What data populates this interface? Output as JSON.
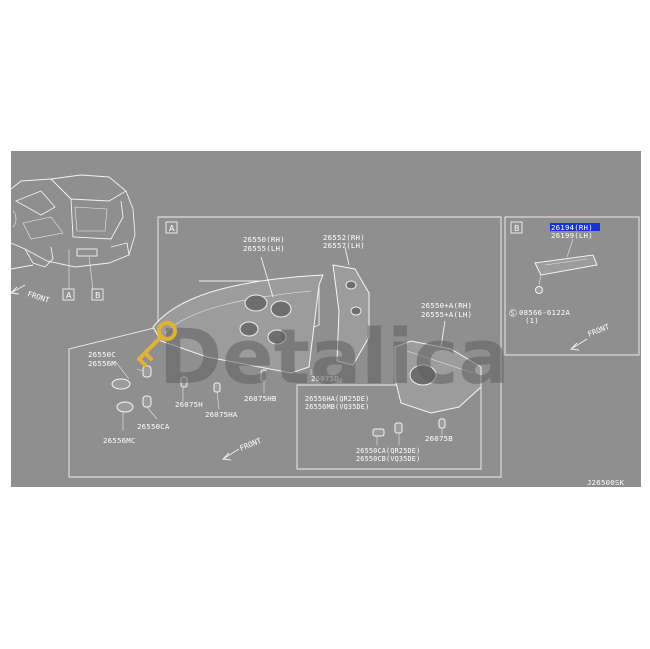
{
  "watermark": "Detalica",
  "drawing_number": "J26500SK",
  "front_label": "FRONT",
  "boxes": {
    "a": "A",
    "b": "B"
  },
  "vehicle_callouts": {
    "a": "A",
    "b": "B"
  },
  "labels": {
    "l26550_rh": "26550(RH)",
    "l26555_lh": "26555(LH)",
    "l26552_rh": "26552(RH)",
    "l26557_lh": "26557(LH)",
    "l26550a_rh": "26550+A(RH)",
    "l26555a_lh": "26555+A(LH)",
    "l26550c": "26550C",
    "l26556m": "26556M",
    "l26075h": "26075H",
    "l26075ha": "26075HA",
    "l26075hb": "26075HB",
    "l26075d": "26075D",
    "l26550ca": "26550CA",
    "l26556mc": "26556MC",
    "l26556ha": "26556HA(QR25DE)",
    "l26556mb": "26556MB(VQ35DE)",
    "l26075b": "26075B",
    "l26550ca2": "26550CA(QR25DE)",
    "l26550cb": "26550CB(VQ35DE)",
    "l26194_rh": "26194(RH)",
    "l26199_lh": "26199(LH)",
    "l08566": "08566-6122A",
    "l_qty": "(1)",
    "l_s": "S"
  },
  "colors": {
    "panel_bg": "#8f8f8f",
    "line": "#f2f2f2",
    "highlight": "#1733d6",
    "watermark_key": "#e0b232"
  }
}
